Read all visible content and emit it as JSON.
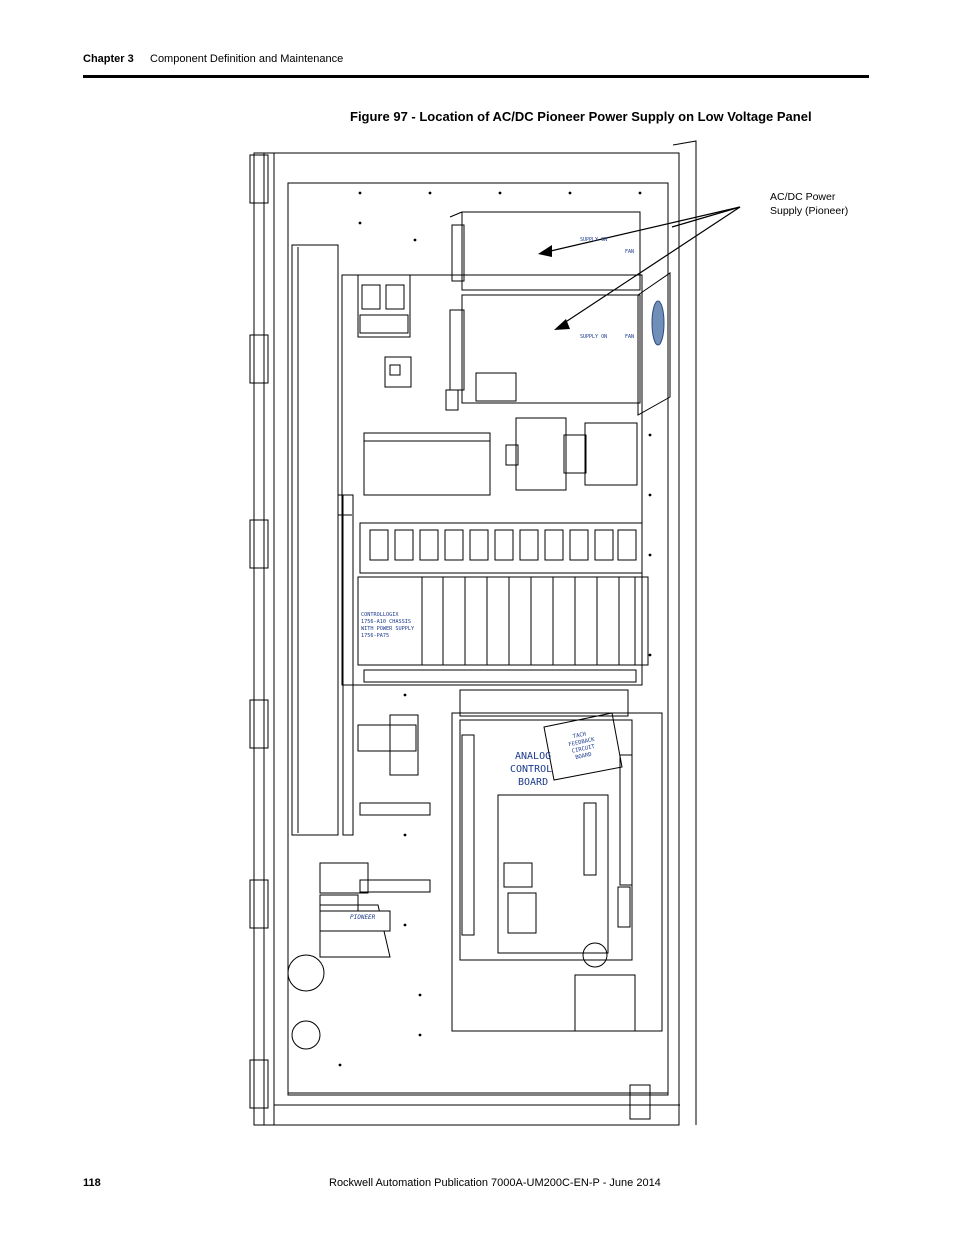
{
  "header": {
    "chapter": "Chapter 3",
    "section_title": "Component Definition and Maintenance"
  },
  "figure": {
    "caption": "Figure 97 - Location of AC/DC Pioneer Power Supply on Low Voltage Panel",
    "callout_line1": "AC/DC Power",
    "callout_line2": "Supply (Pioneer)",
    "psu_label": "SUPPLY ON",
    "psu_fan": "FAN",
    "plc_line1": "CONTROLLOGIX",
    "plc_line2": "1756-A10 CHASSIS",
    "plc_line3": "WITH POWER SUPPLY",
    "plc_line4": "1756-PA75",
    "acb_line1": "ANALOG",
    "acb_line2": "CONTROL",
    "acb_line3": "BOARD",
    "fb_line1": "TACH",
    "fb_line2": "FEEDBACK",
    "fb_line3": "CIRCUIT",
    "fb_line4": "BOARD",
    "logo_text": "PIONEER"
  },
  "footer": {
    "page_number": "118",
    "publication": "Rockwell Automation Publication 7000A-UM200C-EN-P - June 2014"
  }
}
